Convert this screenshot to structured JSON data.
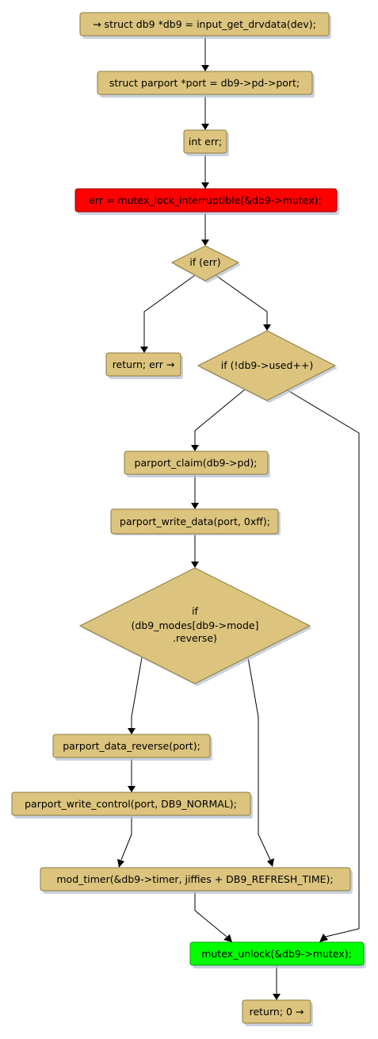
{
  "nodes": {
    "n1": "→ struct db9 *db9 = input_get_drvdata(dev);",
    "n2": "struct parport *port = db9->pd->port;",
    "n3": "int err;",
    "n4": "err = mutex_lock_interruptible(&db9->mutex);",
    "d1": "if (err)",
    "n5": "return; err →",
    "d2": "if (!db9->used++)",
    "n6": "parport_claim(db9->pd);",
    "n7": "parport_write_data(port, 0xff);",
    "d3_line1": "if",
    "d3_line2": "(db9_modes[db9->mode]",
    "d3_line3": ".reverse)",
    "n8": "parport_data_reverse(port);",
    "n9": "parport_write_control(port, DB9_NORMAL);",
    "n10": "mod_timer(&db9->timer, jiffies + DB9_REFRESH_TIME);",
    "n11": "mutex_unlock(&db9->mutex);",
    "n12": "return; 0 →"
  },
  "colors": {
    "box": "#dcc47e",
    "error_box": "#fe0000",
    "unlock_box": "#00ff00",
    "shadow": "#b8c2d4"
  }
}
